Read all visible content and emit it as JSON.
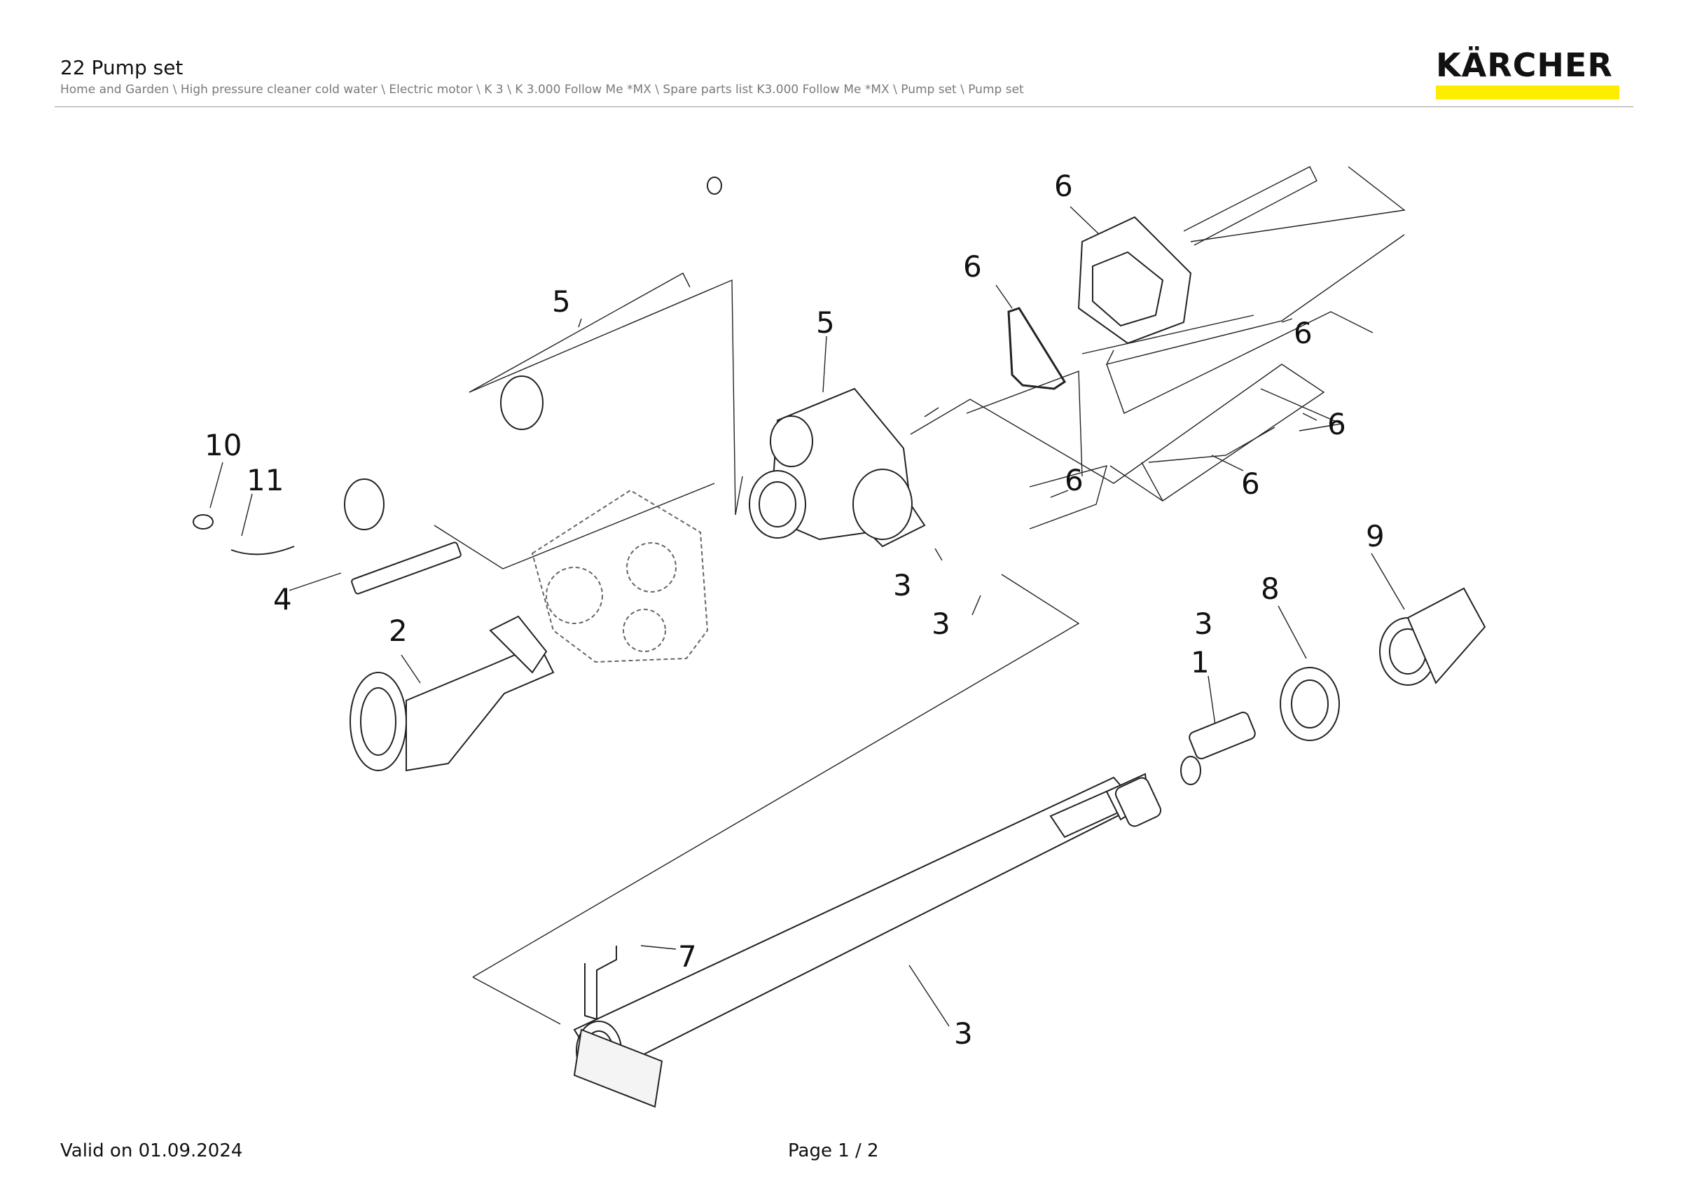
{
  "header": {
    "title": "22 Pump set",
    "breadcrumb": "Home and Garden \\ High pressure cleaner cold water \\ Electric motor \\ K 3 \\ K 3.000 Follow Me *MX \\ Spare parts list K3.000 Follow Me *MX \\ Pump set \\ Pump set"
  },
  "logo": {
    "text": "KÄRCHER",
    "bar_color": "#ffed00"
  },
  "diagram": {
    "callouts": {
      "c1": "1",
      "c2": "2",
      "c3a": "3",
      "c3b": "3",
      "c3c": "3",
      "c3d": "3",
      "c4": "4",
      "c5a": "5",
      "c5b": "5",
      "c6a": "6",
      "c6b": "6",
      "c6c": "6",
      "c6d": "6",
      "c6e": "6",
      "c6f": "6",
      "c7": "7",
      "c8": "8",
      "c9": "9",
      "c10": "10",
      "c11": "11"
    }
  },
  "footer": {
    "valid": "Valid on 01.09.2024",
    "page": "Page 1 / 2"
  }
}
